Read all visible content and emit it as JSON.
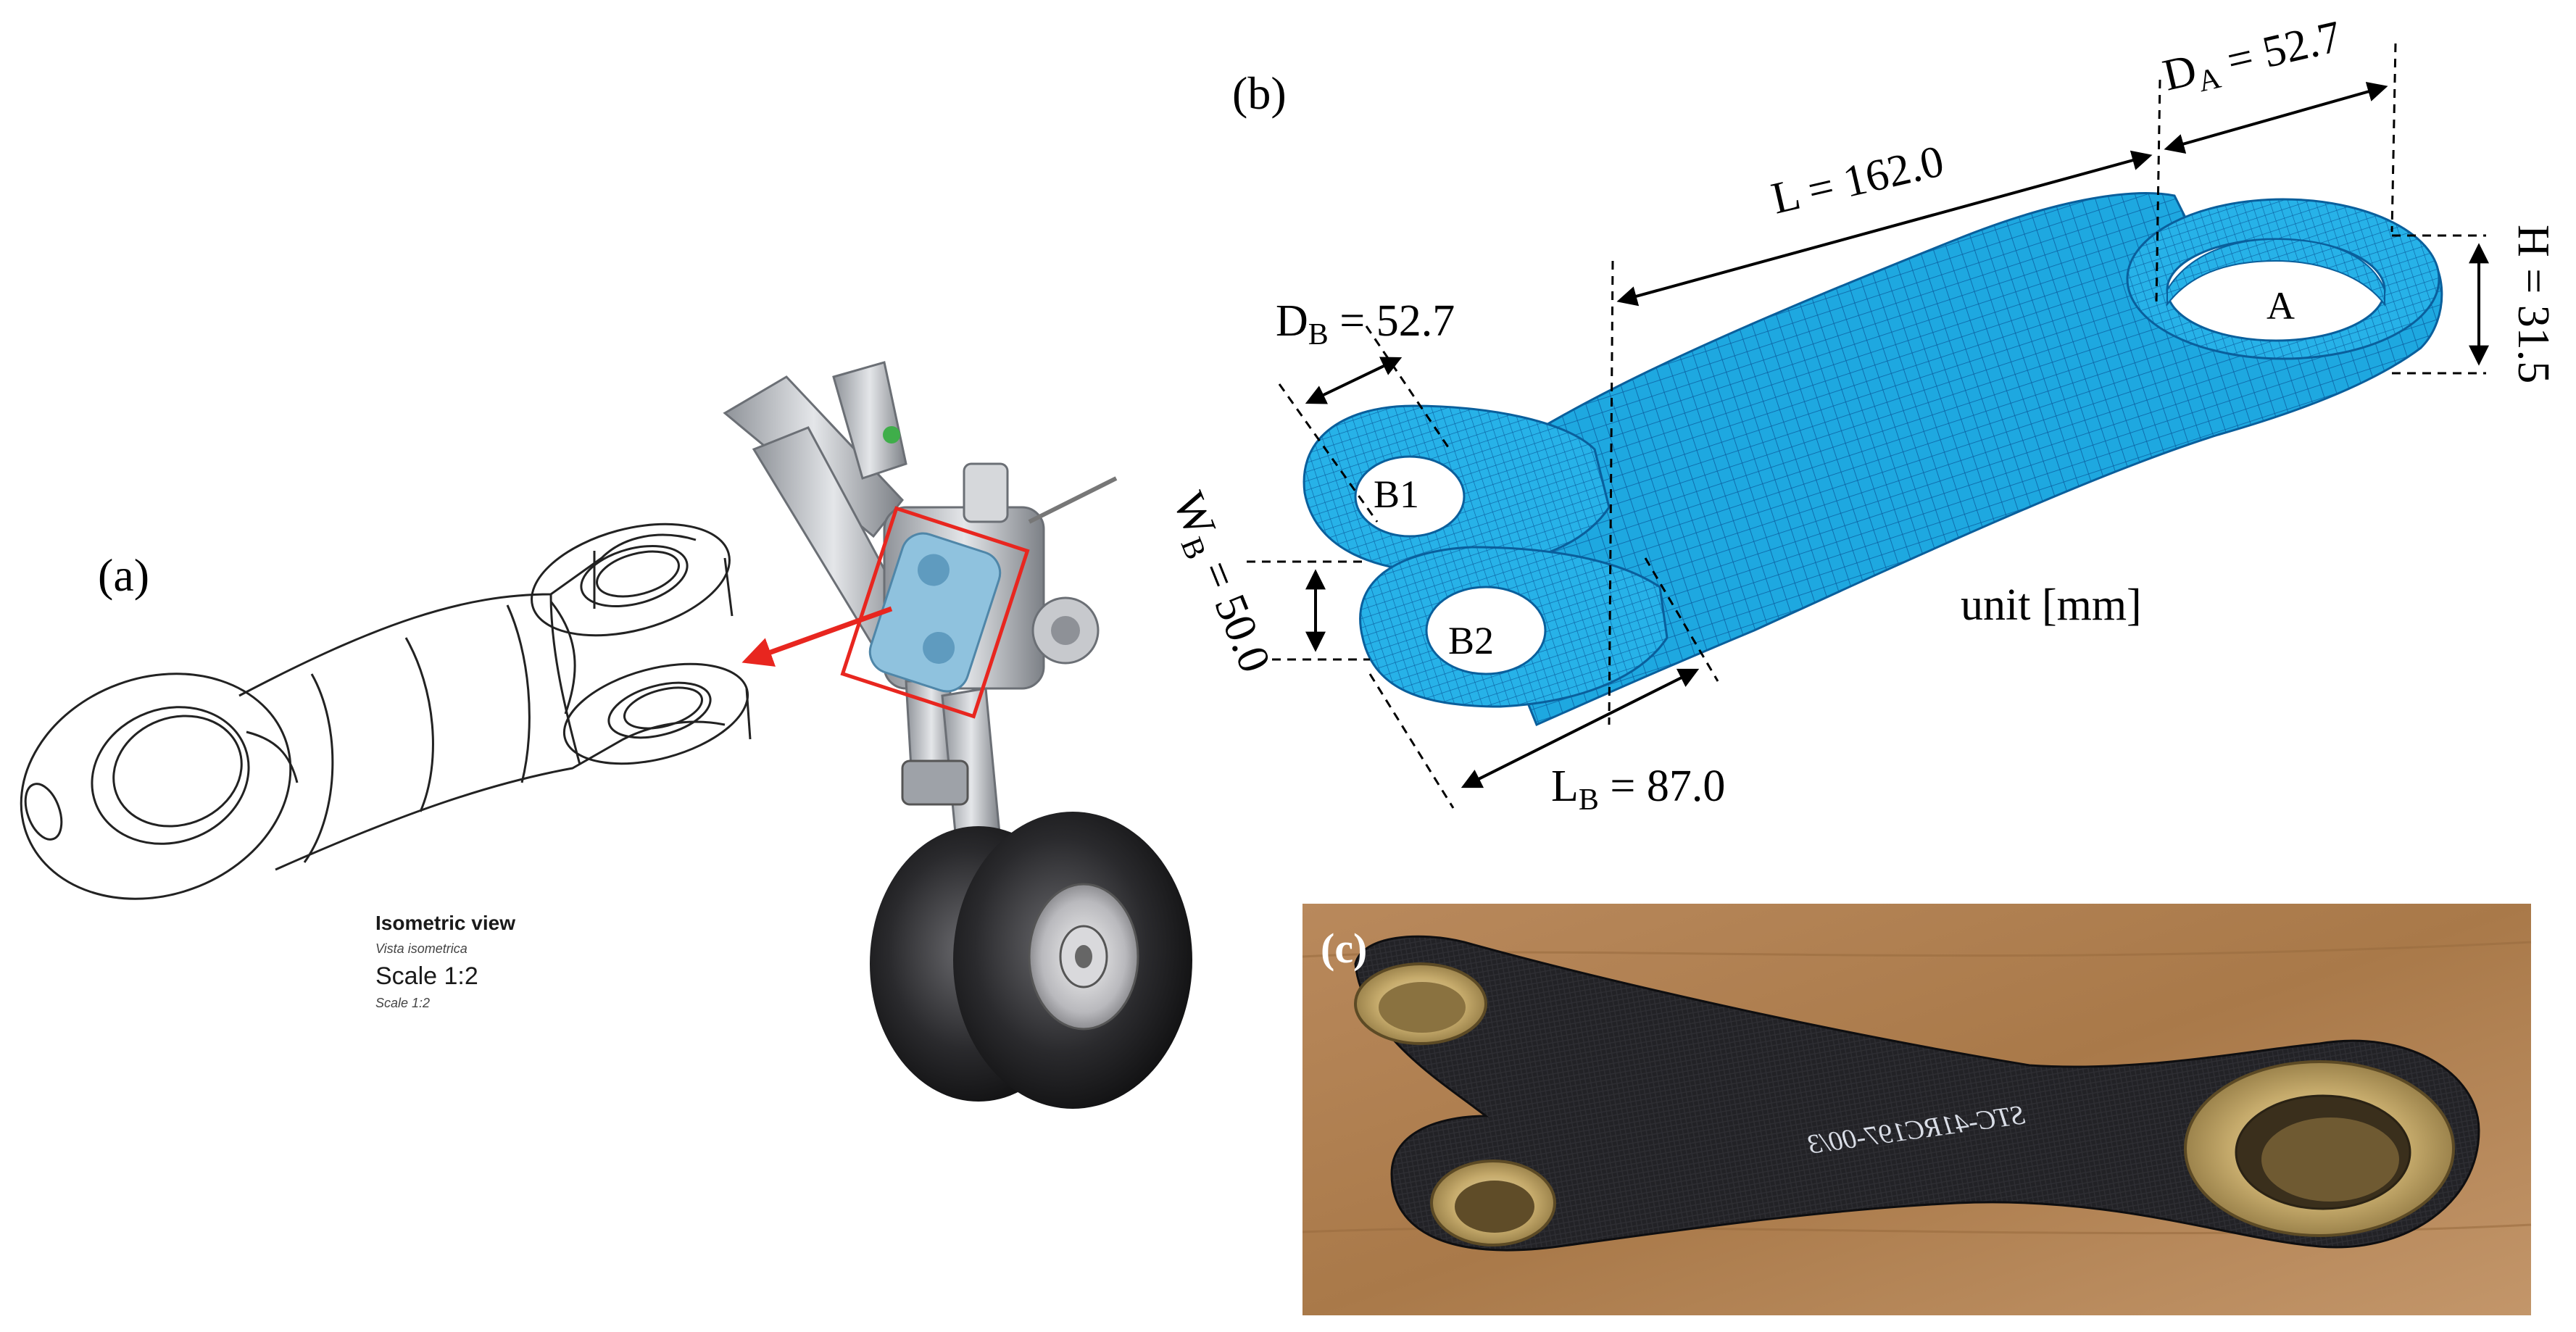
{
  "panels": {
    "a": {
      "label": "(a)"
    },
    "b": {
      "label": "(b)"
    },
    "c": {
      "label": "(c)"
    }
  },
  "drawing_caption": {
    "title": "Isometric view",
    "title_sub": "Vista isometrica",
    "scale": "Scale 1:2",
    "scale_sub": "Scale 1:2"
  },
  "dimensions": {
    "L": "L = 162.0",
    "DA_main": "D",
    "DA_sub": "A",
    "DA_value": " = 52.7",
    "DB_main": "D",
    "DB_sub": "B",
    "DB_value": " = 52.7",
    "H": "H = 31.5",
    "WB_main": "W",
    "WB_sub": "B",
    "WB_value": " = 50.0",
    "LB_main": "L",
    "LB_sub": "B",
    "LB_value": " = 87.0"
  },
  "hole_labels": {
    "A": "A",
    "B1": "B1",
    "B2": "B2"
  },
  "unit": "unit [mm]",
  "part_engraving": "STC-41RC197-00/3",
  "colors": {
    "mesh": "#1ea8e0",
    "mesh_dark": "#0a6fb5",
    "mesh_line": "#0b5fa0",
    "callout_arrow": "#e8261f",
    "photo_bg": "#b08055",
    "carbon": "#1d1d1f",
    "bushing": "#c9b27a"
  }
}
